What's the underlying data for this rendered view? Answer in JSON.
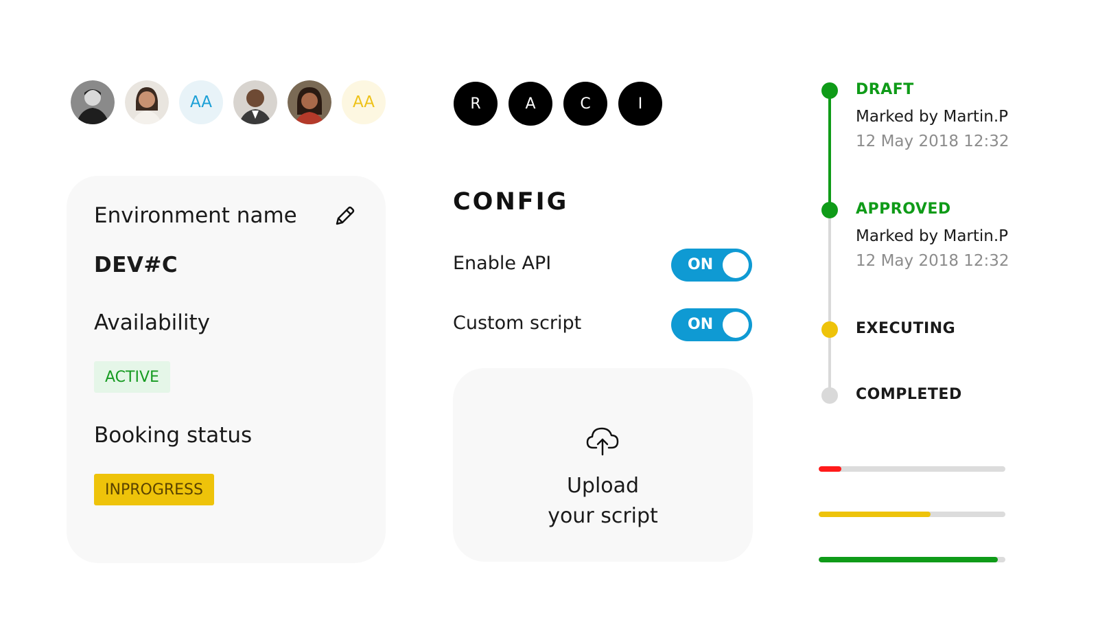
{
  "avatars": [
    {
      "type": "photo",
      "name": "avatar-1"
    },
    {
      "type": "photo",
      "name": "avatar-2"
    },
    {
      "type": "initials",
      "initials": "AA",
      "color": "#1a9fd6",
      "bg": "#e8f3f8"
    },
    {
      "type": "photo",
      "name": "avatar-4"
    },
    {
      "type": "photo",
      "name": "avatar-5"
    },
    {
      "type": "initials",
      "initials": "AA",
      "color": "#eec218",
      "bg": "#fdf7e1"
    }
  ],
  "raci": [
    "R",
    "A",
    "C",
    "I"
  ],
  "environment": {
    "name_label": "Environment name",
    "name_value": "DEV#C",
    "edit_icon": "pencil-icon",
    "availability_label": "Availability",
    "availability_value": "ACTIVE",
    "booking_label": "Booking status",
    "booking_value": "INPROGRESS"
  },
  "config": {
    "title": "CONFIG",
    "rows": [
      {
        "label": "Enable API",
        "toggle": "ON",
        "on": true
      },
      {
        "label": "Custom script",
        "toggle": "ON",
        "on": true
      }
    ]
  },
  "upload": {
    "icon": "cloud-upload-icon",
    "line1": "Upload",
    "line2": "your script"
  },
  "timeline": [
    {
      "status": "DRAFT",
      "by": "Marked by Martin.P",
      "date": "12 May 2018 12:32",
      "color": "#0f9b18"
    },
    {
      "status": "APPROVED",
      "by": "Marked by Martin.P",
      "date": "12 May 2018 12:32",
      "color": "#0f9b18"
    },
    {
      "status": "EXECUTING",
      "color": "#eec30a"
    },
    {
      "status": "COMPLETED",
      "color": "#d9d9d9"
    }
  ],
  "progress": [
    {
      "value": 0.12,
      "color": "#ff1a1a"
    },
    {
      "value": 0.6,
      "color": "#eec30a"
    },
    {
      "value": 0.96,
      "color": "#0f9b18"
    }
  ],
  "colors": {
    "green": "#0f9b18",
    "yellow": "#eec30a",
    "blue": "#0f9ad3",
    "grey": "#d9d9d9"
  }
}
